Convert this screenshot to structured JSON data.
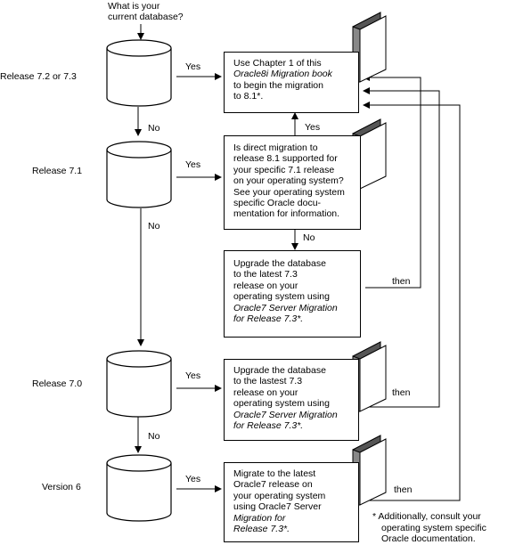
{
  "start_label": [
    "What is your",
    "current database?"
  ],
  "releases": [
    {
      "name": "Release 7.2 or 7.3",
      "yes": "Yes",
      "no": "No"
    },
    {
      "name": "Release 7.1",
      "yes": "Yes",
      "no": "No"
    },
    {
      "name": "Release 7.0",
      "yes": "Yes",
      "no": "No"
    },
    {
      "name": "Version 6",
      "yes": "Yes"
    }
  ],
  "boxes": {
    "b1": [
      "Use Chapter 1 of this",
      "Oracle8i Migration book",
      "to begin the migration",
      "to 8.1*."
    ],
    "b2": [
      "Is direct migration to",
      "release 8.1 supported for",
      "your specific 7.1 release",
      "on your operating system?",
      "See your operating system",
      "specific Oracle docu-",
      "mentation for information."
    ],
    "b3": [
      "Upgrade the database",
      "to the latest 7.3",
      "release on your",
      "operating system using",
      "Oracle7 Server Migration",
      "for Release 7.3*."
    ],
    "b4": [
      "Upgrade the database",
      "to the lastest 7.3",
      "release on your",
      "operating system using",
      "Oracle7 Server Migration",
      "for Release 7.3*."
    ],
    "b5": [
      "Migrate to the latest",
      "Oracle7 release on",
      "your operating system",
      "using Oracle7 Server",
      "Migration for",
      "Release 7.3*."
    ]
  },
  "b2_yes": "Yes",
  "b2_no": "No",
  "then_label": "then",
  "footnote": [
    "* Additionally, consult your",
    "operating system specific",
    "Oracle documentation."
  ]
}
